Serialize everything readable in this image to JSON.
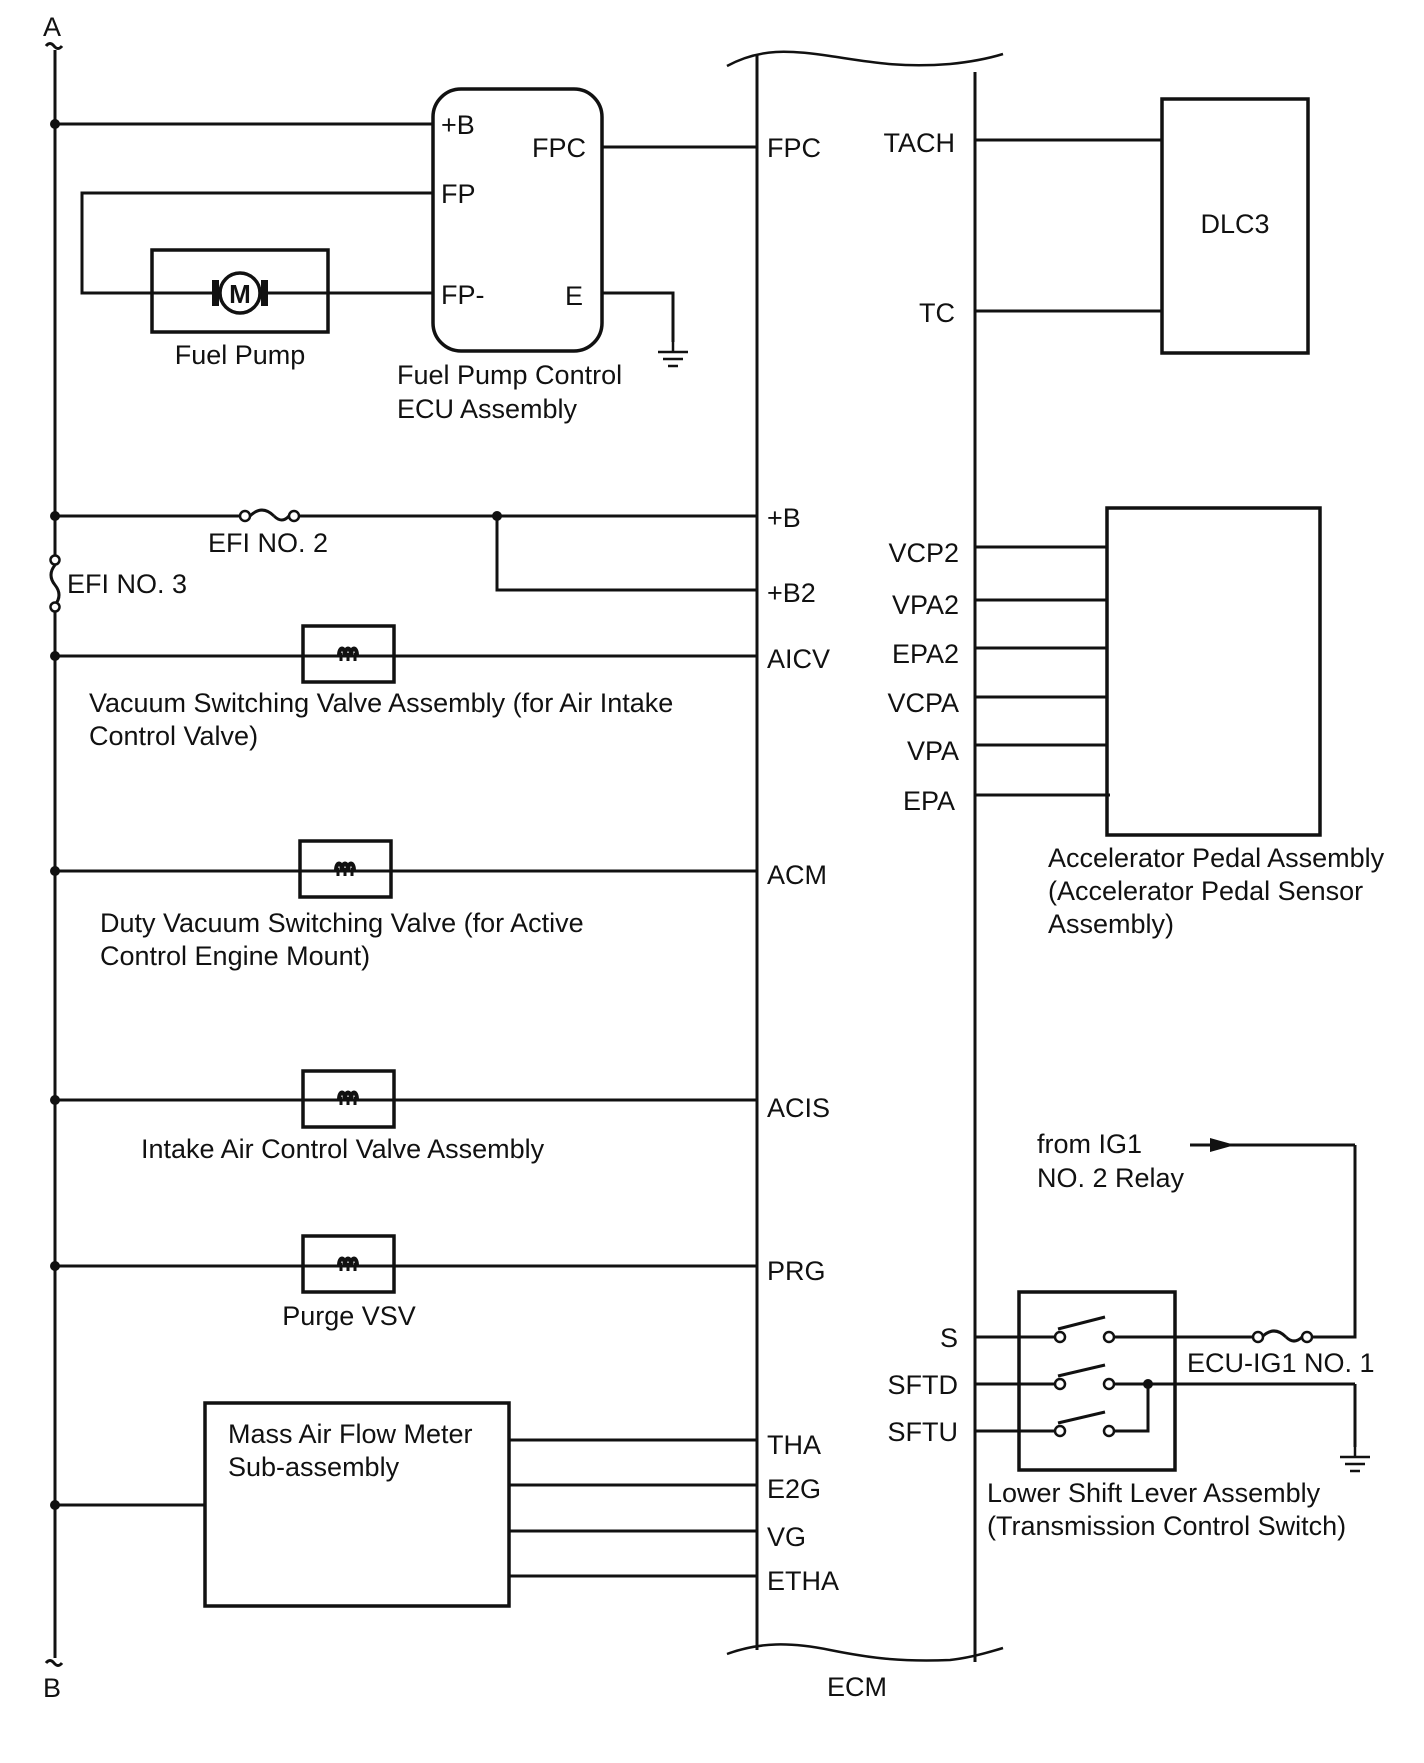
{
  "connectors": {
    "top": "A",
    "bottom": "B"
  },
  "ecm": {
    "name": "ECM",
    "left_pins": [
      "FPC",
      "+B",
      "+B2",
      "AICV",
      "ACM",
      "ACIS",
      "PRG",
      "THA",
      "E2G",
      "VG",
      "ETHA"
    ],
    "right_pins": [
      "TACH",
      "TC",
      "VCP2",
      "VPA2",
      "EPA2",
      "VCPA",
      "VPA",
      "EPA",
      "S",
      "SFTD",
      "SFTU"
    ]
  },
  "fuel_pump_ecu": {
    "label_line1": "Fuel Pump Control",
    "label_line2": "ECU Assembly",
    "pins": [
      "+B",
      "FPC",
      "FP",
      "FP-",
      "E"
    ]
  },
  "fuel_pump": {
    "label": "Fuel Pump",
    "motor_symbol": "M"
  },
  "fuses": {
    "efi2": "EFI NO. 2",
    "efi3": "EFI NO. 3",
    "ecu_ig1": "ECU-IG1 NO. 1"
  },
  "vsv_aicv": {
    "line1": "Vacuum Switching Valve Assembly (for Air Intake",
    "line2": "Control Valve)"
  },
  "dvsv_acm": {
    "line1": "Duty Vacuum Switching Valve (for Active",
    "line2": "Control Engine Mount)"
  },
  "acis_valve": {
    "label": "Intake Air Control Valve Assembly"
  },
  "purge_vsv": {
    "label": "Purge VSV"
  },
  "maf": {
    "line1": "Mass Air Flow Meter",
    "line2": "Sub-assembly"
  },
  "dlc3": {
    "label": "DLC3"
  },
  "accel_pedal": {
    "line1": "Accelerator Pedal Assembly",
    "line2": "(Accelerator Pedal Sensor",
    "line3": "Assembly)"
  },
  "ig1_relay": {
    "line1": "from IG1",
    "line2": "NO. 2 Relay"
  },
  "shift_lever": {
    "line1": "Lower Shift Lever Assembly",
    "line2": "(Transmission Control Switch)"
  },
  "icons": [
    "motor-icon",
    "solenoid-icon",
    "fuse-icon",
    "ground-icon",
    "switch-icon",
    "arrow-icon"
  ]
}
